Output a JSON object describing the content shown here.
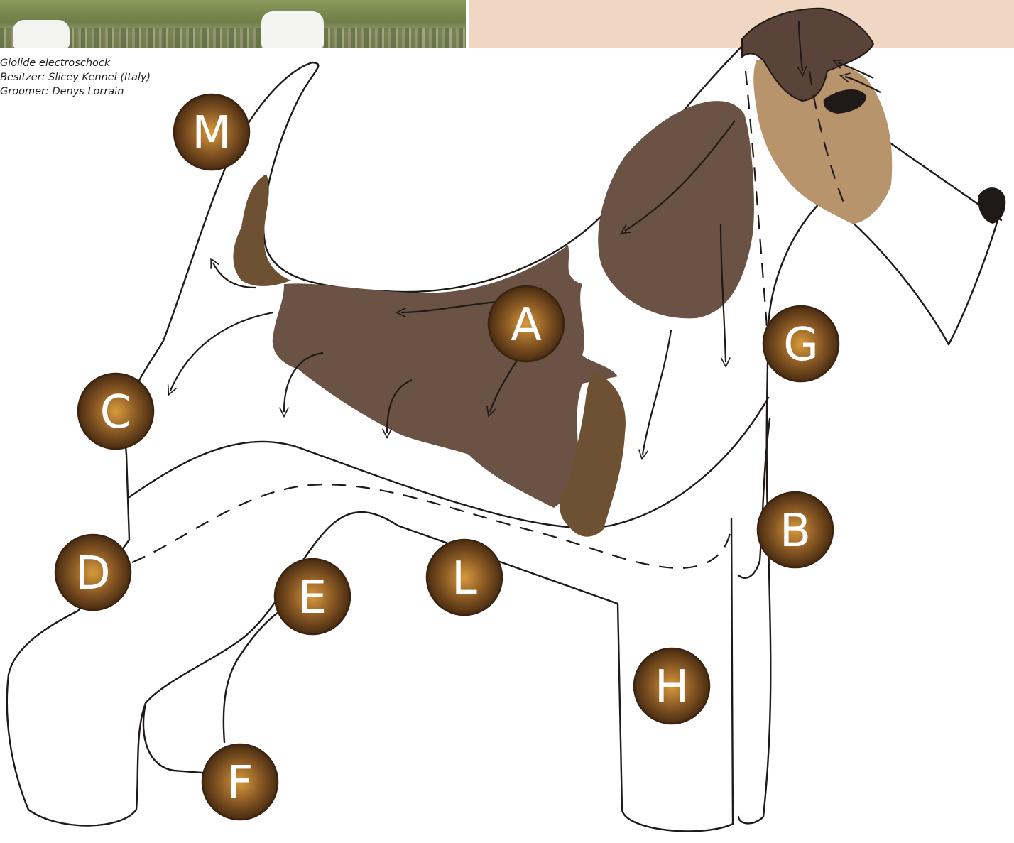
{
  "caption": {
    "line1": "Giolide electroschock",
    "line2": "Besitzer: Slicey Kennel (Italy)",
    "line3": "Groomer: Denys Lorrain"
  },
  "markers": {
    "M": "M",
    "A": "A",
    "G": "G",
    "C": "C",
    "B": "B",
    "D": "D",
    "E": "E",
    "L": "L",
    "H": "H",
    "F": "F"
  },
  "colors": {
    "marker_center": "#d79a3c",
    "marker_edge": "#4a2c12",
    "coat_dark": "#6a5244",
    "coat_tan": "#6e5132",
    "head_tan": "#b8946c",
    "ear": "#5a4439",
    "outline": "#1f1a17",
    "panel": "#efd7c3"
  }
}
